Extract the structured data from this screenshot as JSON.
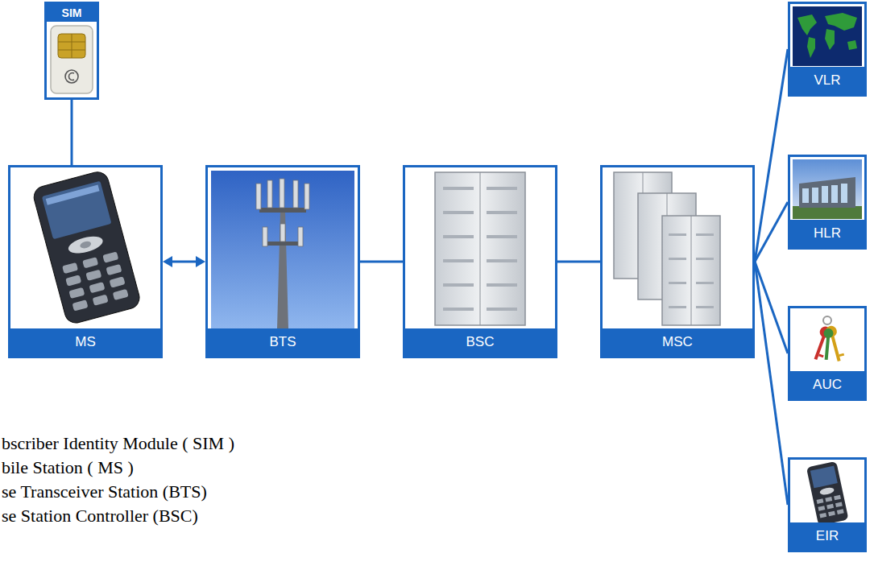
{
  "diagram": {
    "nodes": [
      {
        "text": [
          "SIM"
        ]
      },
      {
        "text": [
          "MS"
        ]
      },
      {
        "text": [
          "BTS"
        ]
      },
      {
        "text": [
          "BSC"
        ]
      },
      {
        "text": [
          "MSC"
        ]
      },
      {
        "text": [
          "VLR"
        ]
      },
      {
        "text": [
          "HLR"
        ]
      },
      {
        "text": [
          "AUC"
        ]
      },
      {
        "text": [
          "EIR"
        ]
      }
    ],
    "edges": [
      {
        "from": 0,
        "to": 1,
        "arrow": "none"
      },
      {
        "from": 1,
        "to": 2,
        "arrow": "both"
      },
      {
        "from": 2,
        "to": 3,
        "arrow": "none"
      },
      {
        "from": 3,
        "to": 4,
        "arrow": "none"
      },
      {
        "from": 4,
        "to": 5,
        "arrow": "none"
      },
      {
        "from": 4,
        "to": 6,
        "arrow": "none"
      },
      {
        "from": 4,
        "to": 7,
        "arrow": "none"
      },
      {
        "from": 4,
        "to": 8,
        "arrow": "none"
      }
    ],
    "labels": [
      "bscriber Identity Module ( SIM )",
      "bile Station ( MS )",
      "se Transceiver Station (BTS)",
      "se Station Controller (BSC)"
    ]
  }
}
